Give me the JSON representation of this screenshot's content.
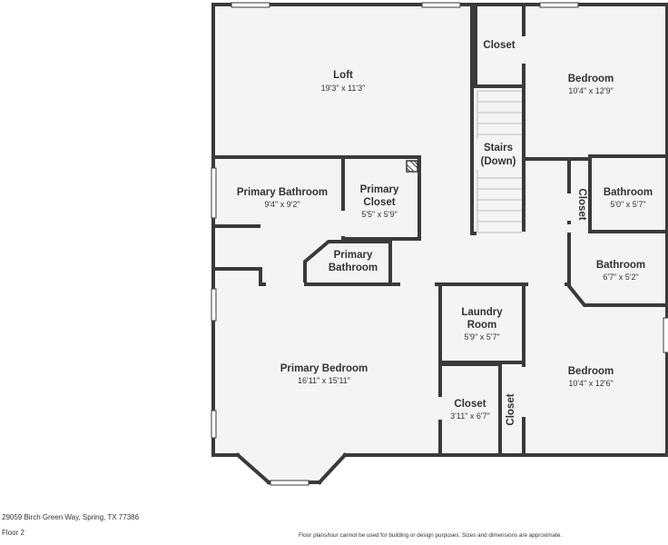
{
  "colors": {
    "wall": "#3a3a3a",
    "floor": "#f4f4f4",
    "window": "#ffffff",
    "text": "#333333"
  },
  "rooms": {
    "loft": {
      "name": "Loft",
      "dims": "19'3\" x 11'3\""
    },
    "closet_top": {
      "name": "Closet"
    },
    "bedroom_ne": {
      "name": "Bedroom",
      "dims": "10'4\" x 12'9\""
    },
    "stairs": {
      "line1": "Stairs",
      "line2": "(Down)"
    },
    "primary_bathroom": {
      "name": "Primary Bathroom",
      "dims": "9'4\" x 9'2\""
    },
    "primary_closet": {
      "line1": "Primary",
      "line2": "Closet",
      "dims": "5'5\" x 5'9\""
    },
    "primary_bathroom_small": {
      "line1": "Primary",
      "line2": "Bathroom"
    },
    "closet_mid_right": {
      "name": "Closet"
    },
    "bathroom_1": {
      "name": "Bathroom",
      "dims": "5'0\" x 5'7\""
    },
    "bathroom_2": {
      "name": "Bathroom",
      "dims": "6'7\" x 5'2\""
    },
    "laundry": {
      "line1": "Laundry",
      "line2": "Room",
      "dims": "5'9\" x 5'7\""
    },
    "primary_bedroom": {
      "name": "Primary Bedroom",
      "dims": "16'11\" x 15'11\""
    },
    "closet_bottom": {
      "name": "Closet",
      "dims": "3'11\" x 6'7\""
    },
    "closet_bottom_vertical": {
      "name": "Closet"
    },
    "bedroom_se": {
      "name": "Bedroom",
      "dims": "10'4\" x 12'6\""
    }
  },
  "footer": {
    "address": "29059 Birch Green Way, Spring, TX 77386",
    "floor": "Floor 2",
    "disclaimer": "Floor plans/tour cannot be used for building or design purposes. Sizes and dimensions are approximate."
  }
}
